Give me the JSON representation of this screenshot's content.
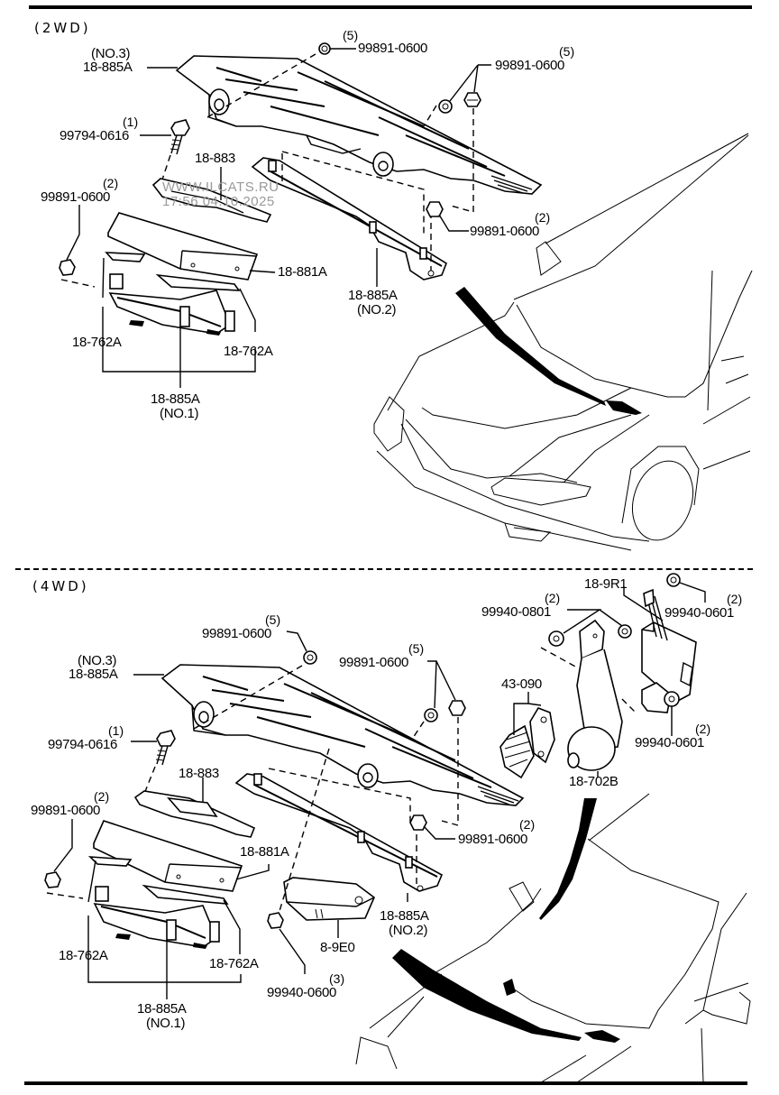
{
  "sections": [
    {
      "id": "2wd",
      "tag": "(2WD)",
      "callouts": [
        {
          "part": "18-885A",
          "note": "(NO.3)"
        },
        {
          "part": "99891-0600",
          "qty": "(5)"
        },
        {
          "part": "99891-0600",
          "qty": "(5)"
        },
        {
          "part": "99794-0616",
          "qty": "(1)"
        },
        {
          "part": "18-883"
        },
        {
          "part": "99891-0600",
          "qty": "(2)"
        },
        {
          "part": "99891-0600",
          "qty": "(2)"
        },
        {
          "part": "18-881A"
        },
        {
          "part": "18-885A",
          "note": "(NO.2)"
        },
        {
          "part": "18-762A"
        },
        {
          "part": "18-762A"
        },
        {
          "part": "18-885A",
          "note": "(NO.1)"
        }
      ]
    },
    {
      "id": "4wd",
      "tag": "(4WD)",
      "callouts": [
        {
          "part": "99891-0600",
          "qty": "(5)"
        },
        {
          "part": "18-885A",
          "note": "(NO.3)"
        },
        {
          "part": "99891-0600",
          "qty": "(5)"
        },
        {
          "part": "99794-0616",
          "qty": "(1)"
        },
        {
          "part": "18-883"
        },
        {
          "part": "99891-0600",
          "qty": "(2)"
        },
        {
          "part": "18-881A"
        },
        {
          "part": "99891-0600",
          "qty": "(2)"
        },
        {
          "part": "18-885A",
          "note": "(NO.2)"
        },
        {
          "part": "8-9E0"
        },
        {
          "part": "18-762A"
        },
        {
          "part": "18-762A"
        },
        {
          "part": "18-885A",
          "note": "(NO.1)"
        },
        {
          "part": "99940-0600",
          "qty": "(3)"
        },
        {
          "part": "18-9R1"
        },
        {
          "part": "99940-0801",
          "qty": "(2)"
        },
        {
          "part": "99940-0601",
          "qty": "(2)"
        },
        {
          "part": "43-090"
        },
        {
          "part": "99940-0601",
          "qty": "(2)"
        },
        {
          "part": "18-702B"
        }
      ]
    }
  ],
  "watermark": {
    "line1": "WWW.ILCATS.RU",
    "line2": "17:56 04.10.2025"
  }
}
